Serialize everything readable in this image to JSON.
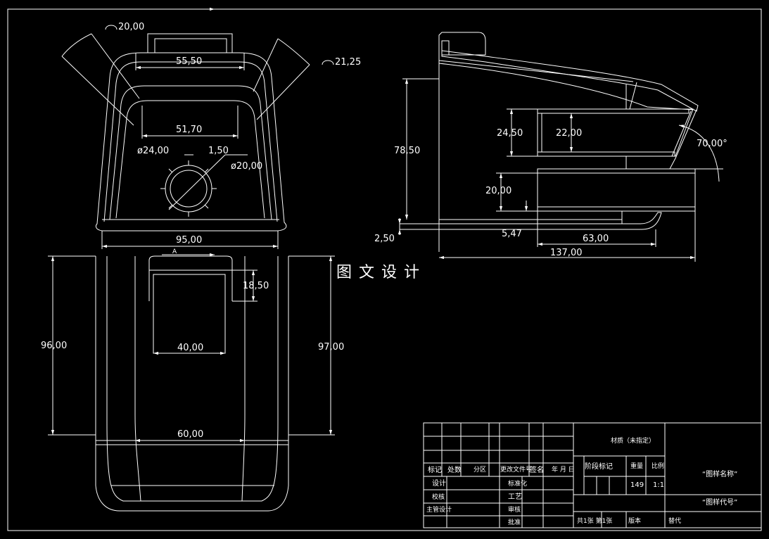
{
  "watermark": "图文设计",
  "front_view": {
    "dims": {
      "arc_left": "20,00",
      "arc_right": "21,25",
      "top_width": "55,50",
      "inner_width": "51,70",
      "hole_diameter": "ø24,00",
      "tab": "1,50",
      "inner_diameter": "ø20,00",
      "base_width": "95,00"
    }
  },
  "side_view": {
    "dims": {
      "height_total": "78,50",
      "upper_outer": "24,50",
      "upper_inner": "22,00",
      "lower": "20,00",
      "angle": "70,00°",
      "base_thickness": "2,50",
      "base_offset": "5,47",
      "lower_length": "63,00",
      "total_length": "137,00"
    }
  },
  "section_view": {
    "label": "A",
    "dims": {
      "left_height": "96,00",
      "right_height": "97,00",
      "window_height": "18,50",
      "window_width": "40,00",
      "bottom_width": "60,00"
    }
  },
  "title_block": {
    "header": {
      "mark": "标记",
      "count": "处数",
      "zone": "分区",
      "change_doc": "更改文件号",
      "sign": "签名",
      "date": "年 月 日"
    },
    "rows": {
      "design": "设计",
      "standard": "标准化",
      "check": "校核",
      "process": "工艺",
      "chief": "主管设计",
      "review": "审核",
      "approve": "批准"
    },
    "material": "材质（未指定）",
    "stage_mark": "阶段标记",
    "weight_label": "重量",
    "scale_label": "比例",
    "weight_value": "149",
    "scale_value": "1:1",
    "drawing_name": "“图样名称”",
    "drawing_code": "“图样代号”",
    "sheets": "共1张 第1张",
    "version": "版本",
    "replace": "替代"
  }
}
